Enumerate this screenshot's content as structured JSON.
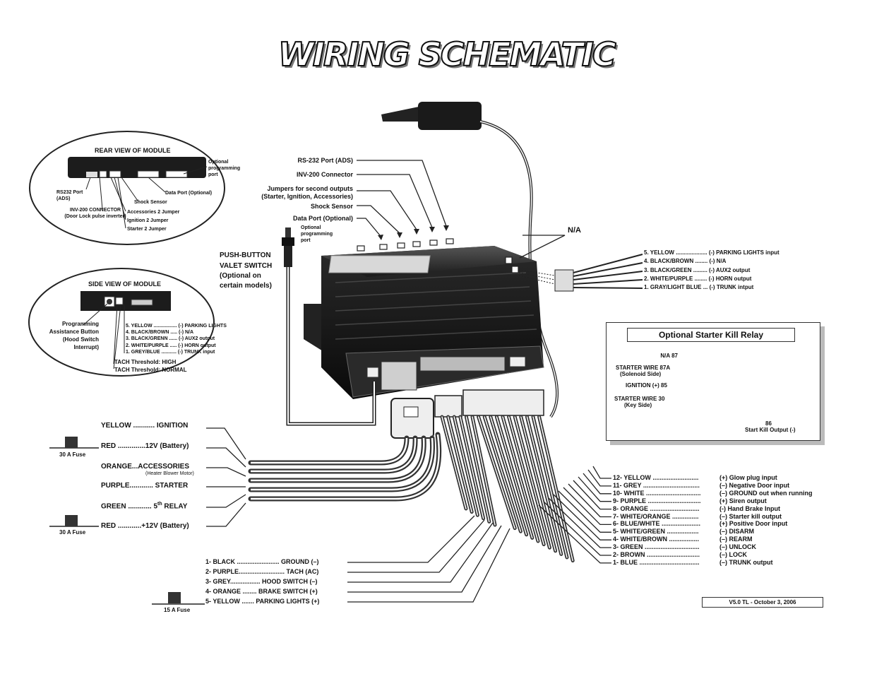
{
  "title": "WIRING SCHEMATIC",
  "rear_view": {
    "heading": "REAR VIEW OF MODULE",
    "optional_port": "Optional programming port",
    "rs232": "RS232 Port (ADS)",
    "inv200": "INV-200 CONNECTOR (Door Lock pulse inverter)",
    "shock_sensor": "Shock Sensor",
    "data_port": "Data Port (Optional)",
    "acc2": "Accessories 2 Jumper",
    "ign2": "Ignition 2 Jumper",
    "start2": "Starter 2 Jumper"
  },
  "side_view": {
    "heading": "SIDE VIEW OF MODULE",
    "prog_button": "Programming Assistance Button (Hood Switch Interrupt)",
    "pins": [
      "5. YELLOW ................. (-) PARKING LIGHTS",
      "4. BLACK/BROWN ..... (-) N/A",
      "3. BLACK/GRENN ...... (-) AUX2 output",
      "2. WHITE/PURPLE ..... (-) HORN output",
      "1. GREY/BLUE ........... (-) TRUNK input"
    ],
    "tach_high": "TACH Threshold: HIGH",
    "tach_normal": "TACH Threshold: NORMAL"
  },
  "top_callouts": {
    "rs232": "RS-232 Port (ADS)",
    "inv200": "INV-200 Connector",
    "jumpers_line1": "Jumpers for second outputs",
    "jumpers_line2": "(Starter, Ignition, Accessories)",
    "shock": "Shock Sensor",
    "data_port": "Data Port (Optional)",
    "optional_port": "Optional programming port"
  },
  "valet": {
    "line1": "PUSH-BUTTON",
    "line2": "VALET SWITCH",
    "line3": "(Optional on",
    "line4": "certain models)"
  },
  "na_label": "N/A",
  "aux_connector": [
    "5. YELLOW .................... (-) PARKING LIGHTS input",
    "4. BLACK/BROWN ........ (-) N/A",
    "3. BLACK/GREEN ......... (-) AUX2 output",
    "2. WHITE/PURPLE ........ (-) HORN output",
    "1. GRAY/LIGHT BLUE ... (-) TRUNK intput"
  ],
  "relay": {
    "title": "Optional Starter Kill Relay",
    "p87": "N/A 87",
    "p87a": "STARTER WIRE 87A",
    "p87a_sub": "(Solenoid Side)",
    "p85": "IGNITION (+) 85",
    "p30": "STARTER WIRE 30",
    "p30_sub": "(Key Side)",
    "p86": "86",
    "p86_sub": "Start Kill Output (-)"
  },
  "power_harness": {
    "yellow": "YELLOW ........... IGNITION",
    "red1": "RED ..............12V (Battery)",
    "orange": "ORANGE...ACCESSORIES",
    "orange_sub": "(Heater Blower Motor)",
    "purple": "PURPLE............ STARTER",
    "green_a": "GREEN ............ 5",
    "green_sup": "th",
    "green_b": " RELAY",
    "red2": "RED ............+12V (Battery)",
    "fuse30": "30 A Fuse"
  },
  "lower_harness": [
    "1- BLACK ........................ GROUND (–)",
    "2- PURPLE.......................... TACH (AC)",
    "3- GREY................. HOOD SWITCH (–)",
    "4- ORANGE ........ BRAKE SWITCH (+)",
    "5- YELLOW ....... PARKING LIGHTS (+)"
  ],
  "fuse15": "15 A Fuse",
  "main_harness": [
    {
      "name": "12- YELLOW ..........................",
      "fn": "(+) Glow plug input"
    },
    {
      "name": "11- GREY ................................",
      "fn": "(–) Negative Door input"
    },
    {
      "name": "10- WHITE ...............................",
      "fn": "(–) GROUND out when running"
    },
    {
      "name": "9- PURPLE ..............................",
      "fn": "(+) Siren output"
    },
    {
      "name": "8- ORANGE ............................",
      "fn": "(-) Hand Brake Input"
    },
    {
      "name": "7- WHITE/ORANGE ...............",
      "fn": "(–) Starter kill output"
    },
    {
      "name": "6- BLUE/WHITE ......................",
      "fn": "(+) Positive Door input"
    },
    {
      "name": "5- WHITE/GREEN ..................",
      "fn": "(–) DISARM"
    },
    {
      "name": "4- WHITE/BROWN .................",
      "fn": "(–) REARM"
    },
    {
      "name": "3- GREEN ...............................",
      "fn": "(–) UNLOCK"
    },
    {
      "name": "2- BROWN ..............................",
      "fn": "(–) LOCK"
    },
    {
      "name": "1- BLUE ..................................",
      "fn": "(–) TRUNK output"
    }
  ],
  "version": "V5.0   TL - October 3, 2006"
}
